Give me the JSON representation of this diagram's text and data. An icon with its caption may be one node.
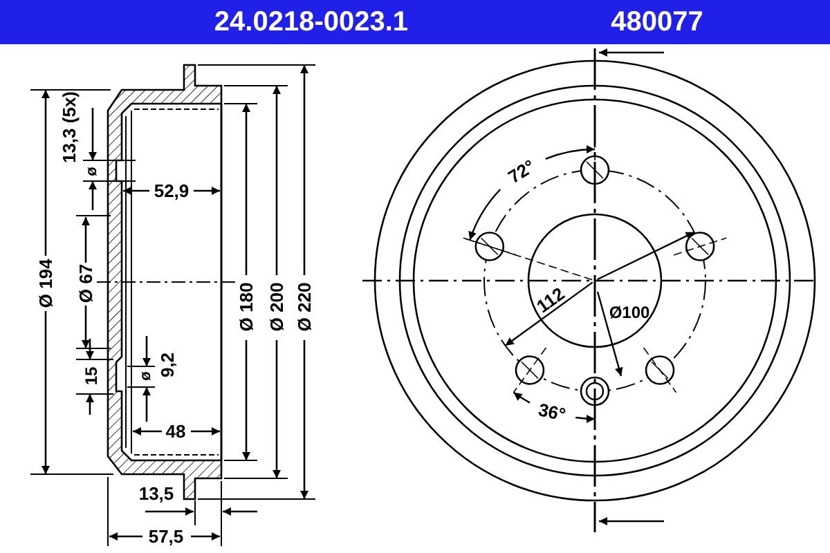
{
  "diagram": {
    "labels": [
      "24.0218-0023.1",
      "480077",
      "13,3 (5x)",
      "ø",
      "52,9",
      "Ø 194",
      "Ø 67",
      "Ø 180",
      "Ø 200",
      "Ø 220",
      "15",
      "ø",
      "9,2",
      "48",
      "13,5",
      "57,5",
      "72°",
      "112",
      "Ø100",
      "36°"
    ]
  }
}
